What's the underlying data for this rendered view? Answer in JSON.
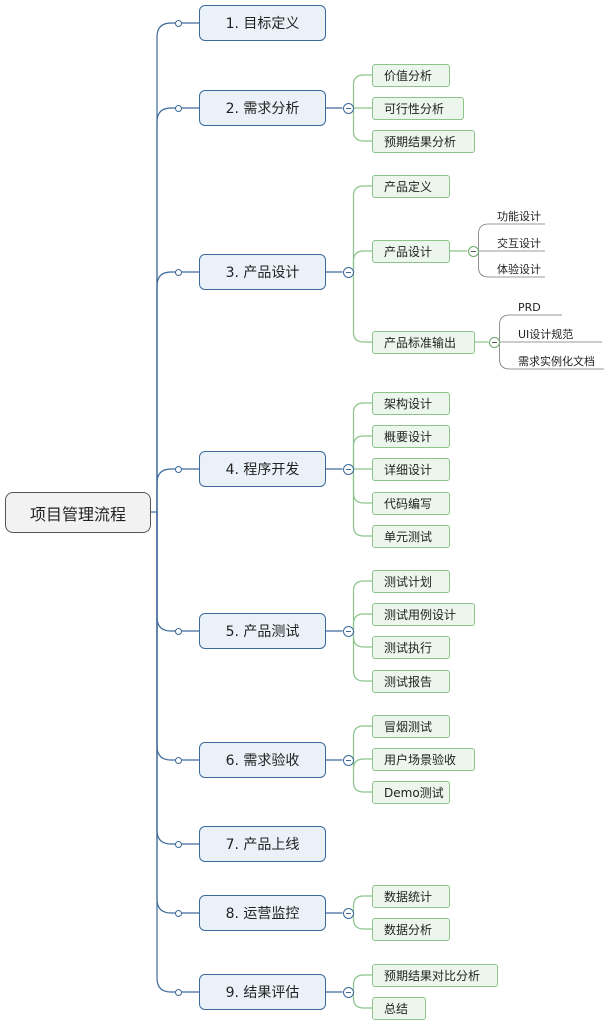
{
  "root": "项目管理流程",
  "colors": {
    "main_line": "#3d6a9a",
    "sub_line": "#8cc48c",
    "leaf_line": "#777777"
  },
  "topics": [
    {
      "label": "1. 目标定义",
      "children": []
    },
    {
      "label": "2. 需求分析",
      "children": [
        {
          "label": "价值分析",
          "children": []
        },
        {
          "label": "可行性分析",
          "children": []
        },
        {
          "label": "预期结果分析",
          "children": []
        }
      ]
    },
    {
      "label": "3. 产品设计",
      "children": [
        {
          "label": "产品定义",
          "children": []
        },
        {
          "label": "产品设计",
          "children": [
            {
              "label": "功能设计"
            },
            {
              "label": "交互设计"
            },
            {
              "label": "体验设计"
            }
          ]
        },
        {
          "label": "产品标准输出",
          "children": [
            {
              "label": "PRD"
            },
            {
              "label": "UI设计规范"
            },
            {
              "label": "需求实例化文档"
            }
          ]
        }
      ]
    },
    {
      "label": "4. 程序开发",
      "children": [
        {
          "label": "架构设计",
          "children": []
        },
        {
          "label": "概要设计",
          "children": []
        },
        {
          "label": "详细设计",
          "children": []
        },
        {
          "label": "代码编写",
          "children": []
        },
        {
          "label": "单元测试",
          "children": []
        }
      ]
    },
    {
      "label": "5. 产品测试",
      "children": [
        {
          "label": "测试计划",
          "children": []
        },
        {
          "label": "测试用例设计",
          "children": []
        },
        {
          "label": "测试执行",
          "children": []
        },
        {
          "label": "测试报告",
          "children": []
        }
      ]
    },
    {
      "label": "6. 需求验收",
      "children": [
        {
          "label": "冒烟测试",
          "children": []
        },
        {
          "label": "用户场景验收",
          "children": []
        },
        {
          "label": "Demo测试",
          "children": []
        }
      ]
    },
    {
      "label": "7. 产品上线",
      "children": []
    },
    {
      "label": "8. 运营监控",
      "children": [
        {
          "label": "数据统计",
          "children": []
        },
        {
          "label": "数据分析",
          "children": []
        }
      ]
    },
    {
      "label": "9. 结果评估",
      "children": [
        {
          "label": "预期结果对比分析",
          "children": []
        },
        {
          "label": "总结",
          "children": []
        }
      ]
    }
  ]
}
